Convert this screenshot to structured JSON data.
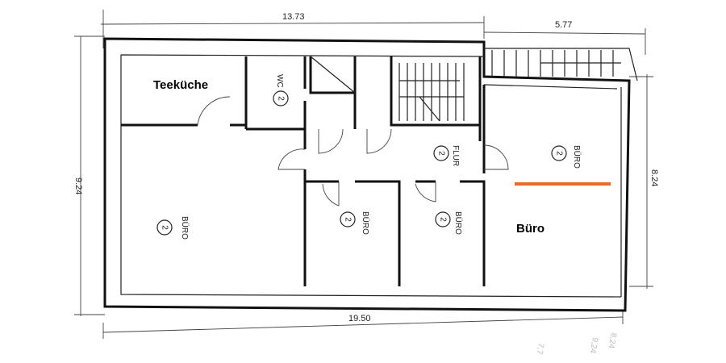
{
  "dimensions": {
    "top_left": "13.73",
    "top_right": "5.77",
    "left": "9.24",
    "right": "8.24",
    "bottom": "19.50"
  },
  "annotations": {
    "note1": "8,24",
    "note2": "9,24",
    "note3": "7,7"
  },
  "rooms": {
    "kitchen": {
      "label": "Teeküche"
    },
    "wc": {
      "label": "WC",
      "number": "2"
    },
    "flur": {
      "label": "FLUR",
      "number": "2"
    },
    "buero_right": {
      "label": "BÜRO",
      "number": "2",
      "highlight": "Büro"
    },
    "buero_left": {
      "label": "BÜRO",
      "number": "2"
    },
    "buero_mid": {
      "label": "BÜRO",
      "number": "2"
    },
    "buero_mid2": {
      "label": "BÜRO",
      "number": "2"
    }
  },
  "colors": {
    "divider_line": "#e8692a"
  }
}
